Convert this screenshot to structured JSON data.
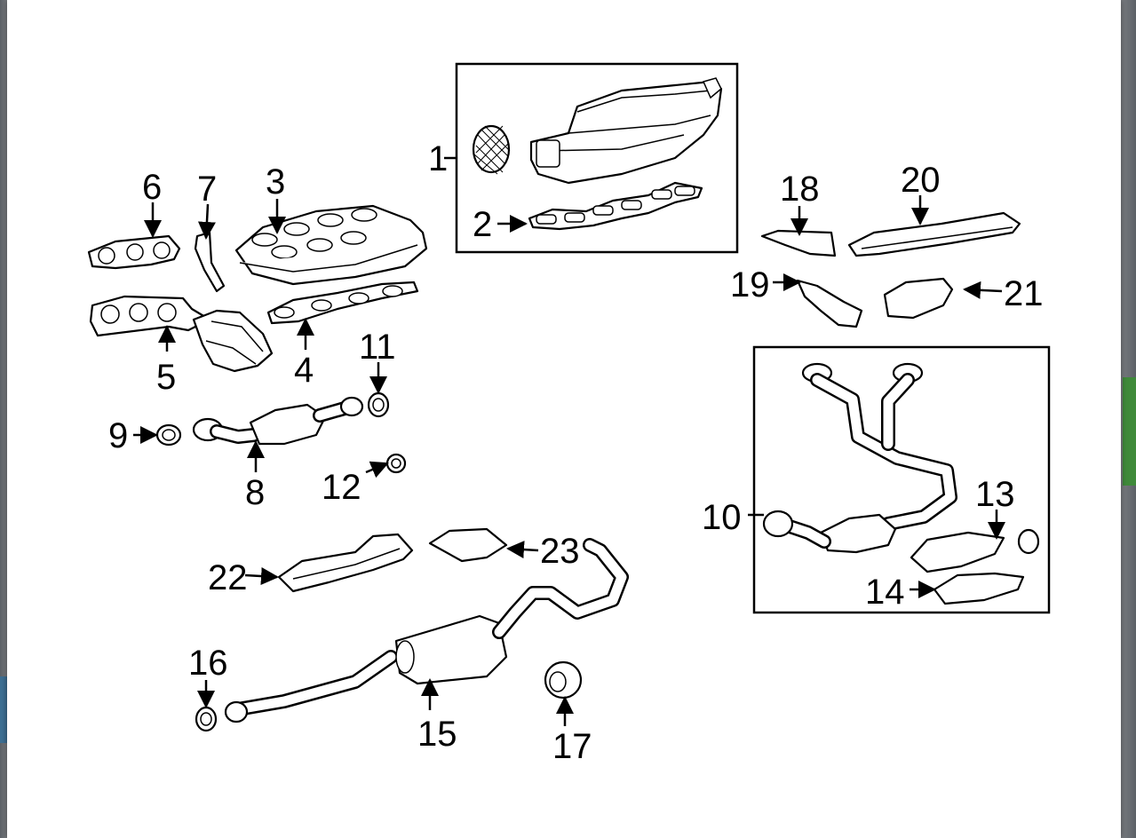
{
  "callouts": [
    "1",
    "2",
    "3",
    "4",
    "5",
    "6",
    "7",
    "8",
    "9",
    "10",
    "11",
    "12",
    "13",
    "14",
    "15",
    "16",
    "17",
    "18",
    "19",
    "20",
    "21",
    "22",
    "23"
  ],
  "colors": {
    "line": "#000000",
    "paper": "#ffffff",
    "backdrop": "#7c7f83"
  }
}
